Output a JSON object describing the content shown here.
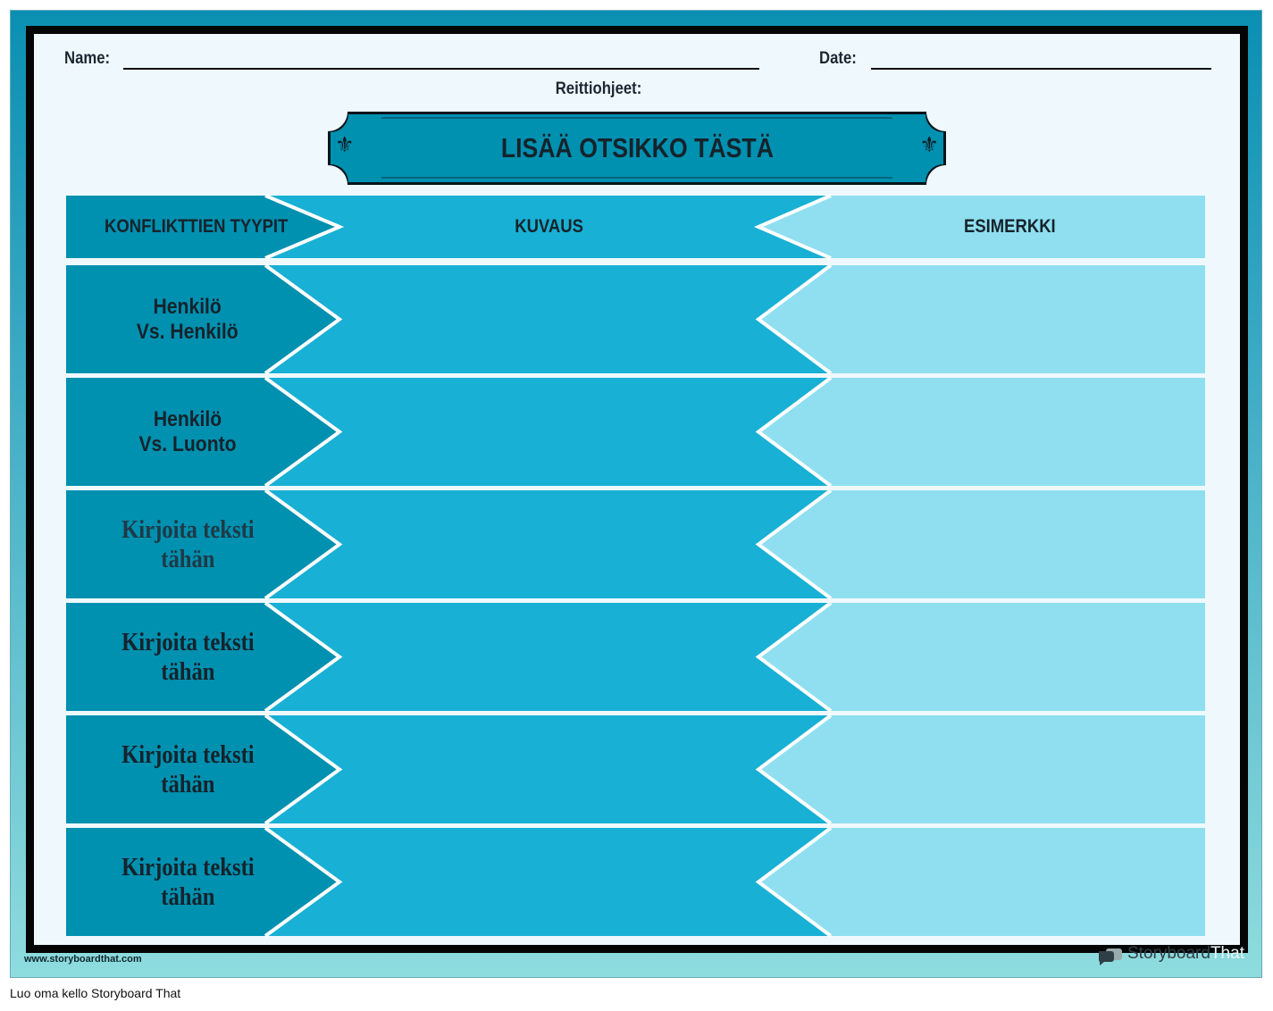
{
  "worksheet": {
    "name_label": "Name:",
    "date_label": "Date:",
    "instructions_label": "Reittiohjeet:",
    "title": "LISÄÄ OTSIKKO TÄSTÄ"
  },
  "table": {
    "headers": [
      "KONFLIKTTIEN TYYPIT",
      "KUVAUS",
      "ESIMERKKI"
    ],
    "rows": [
      {
        "label": "Henkilö\nVs. Henkilö"
      },
      {
        "label": "Henkilö\nVs. Luonto"
      },
      {
        "label": "Kirjoita teksti\ntähän"
      },
      {
        "label": "Kirjoita teksti\ntähän"
      },
      {
        "label": "Kirjoita teksti\ntähän"
      },
      {
        "label": "Kirjoita teksti\ntähän"
      }
    ]
  },
  "colors": {
    "frame_top": "#0a8fb2",
    "frame_bottom": "#8edcde",
    "sheet": "#eff9fd",
    "column_1": "#0090b0",
    "column_2": "#18b0d4",
    "column_3": "#8fdff0",
    "banner": "#0090b0"
  },
  "footer": {
    "url": "www.storyboardthat.com",
    "brand_part1": "Storyboard",
    "brand_part2": "That",
    "brand_icon": "speech-bubble-icon"
  },
  "caption": "Luo oma kello Storyboard That"
}
